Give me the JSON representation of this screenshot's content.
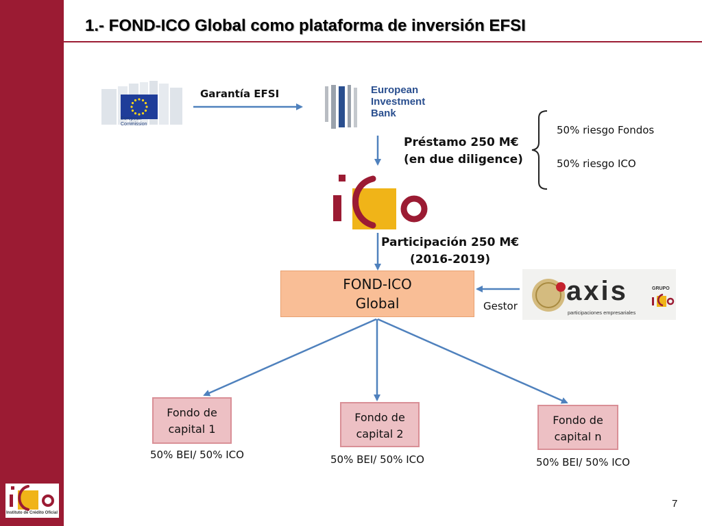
{
  "title": "1.- FOND-ICO Global como plataforma de inversión EFSI",
  "nodes": {
    "european_commission": {
      "lines": [
        "European",
        "Commission"
      ]
    },
    "eib": {
      "lines": [
        "European",
        "Investment",
        "Bank"
      ]
    },
    "ico": {
      "text": "ICO"
    },
    "axis": {
      "word": "axis",
      "group": "GRUPO",
      "subtitle": "participaciones empresariales"
    },
    "fond_ico": {
      "line1": "FOND-ICO",
      "line2": "Global"
    },
    "funds": [
      {
        "line1": "Fondo de",
        "line2": "capital  1",
        "share": "50% BEI/ 50% ICO"
      },
      {
        "line1": "Fondo de",
        "line2": "capital  2",
        "share": "50% BEI/ 50% ICO"
      },
      {
        "line1": "Fondo de",
        "line2": "capital  n",
        "share": "50% BEI/ 50% ICO"
      }
    ]
  },
  "edges": {
    "guarantee": "Garantía EFSI",
    "loan_line1": "Préstamo 250 M€",
    "loan_line2": "(en due diligence)",
    "participation_line1": "Participación 250 M€",
    "participation_line2": "(2016-2019)",
    "manager": "Gestor"
  },
  "risk_split": [
    "50% riesgo Fondos",
    "50% riesgo ICO"
  ],
  "footer": {
    "institution": "Instituto de Crédito Oficial",
    "page_number": "7"
  },
  "colors": {
    "brand_red": "#9b1b33",
    "ico_yellow": "#f0b418",
    "arrow_blue": "#4f81bd",
    "main_box_fill": "#f9be96",
    "fund_box_fill": "#edc0c4"
  }
}
